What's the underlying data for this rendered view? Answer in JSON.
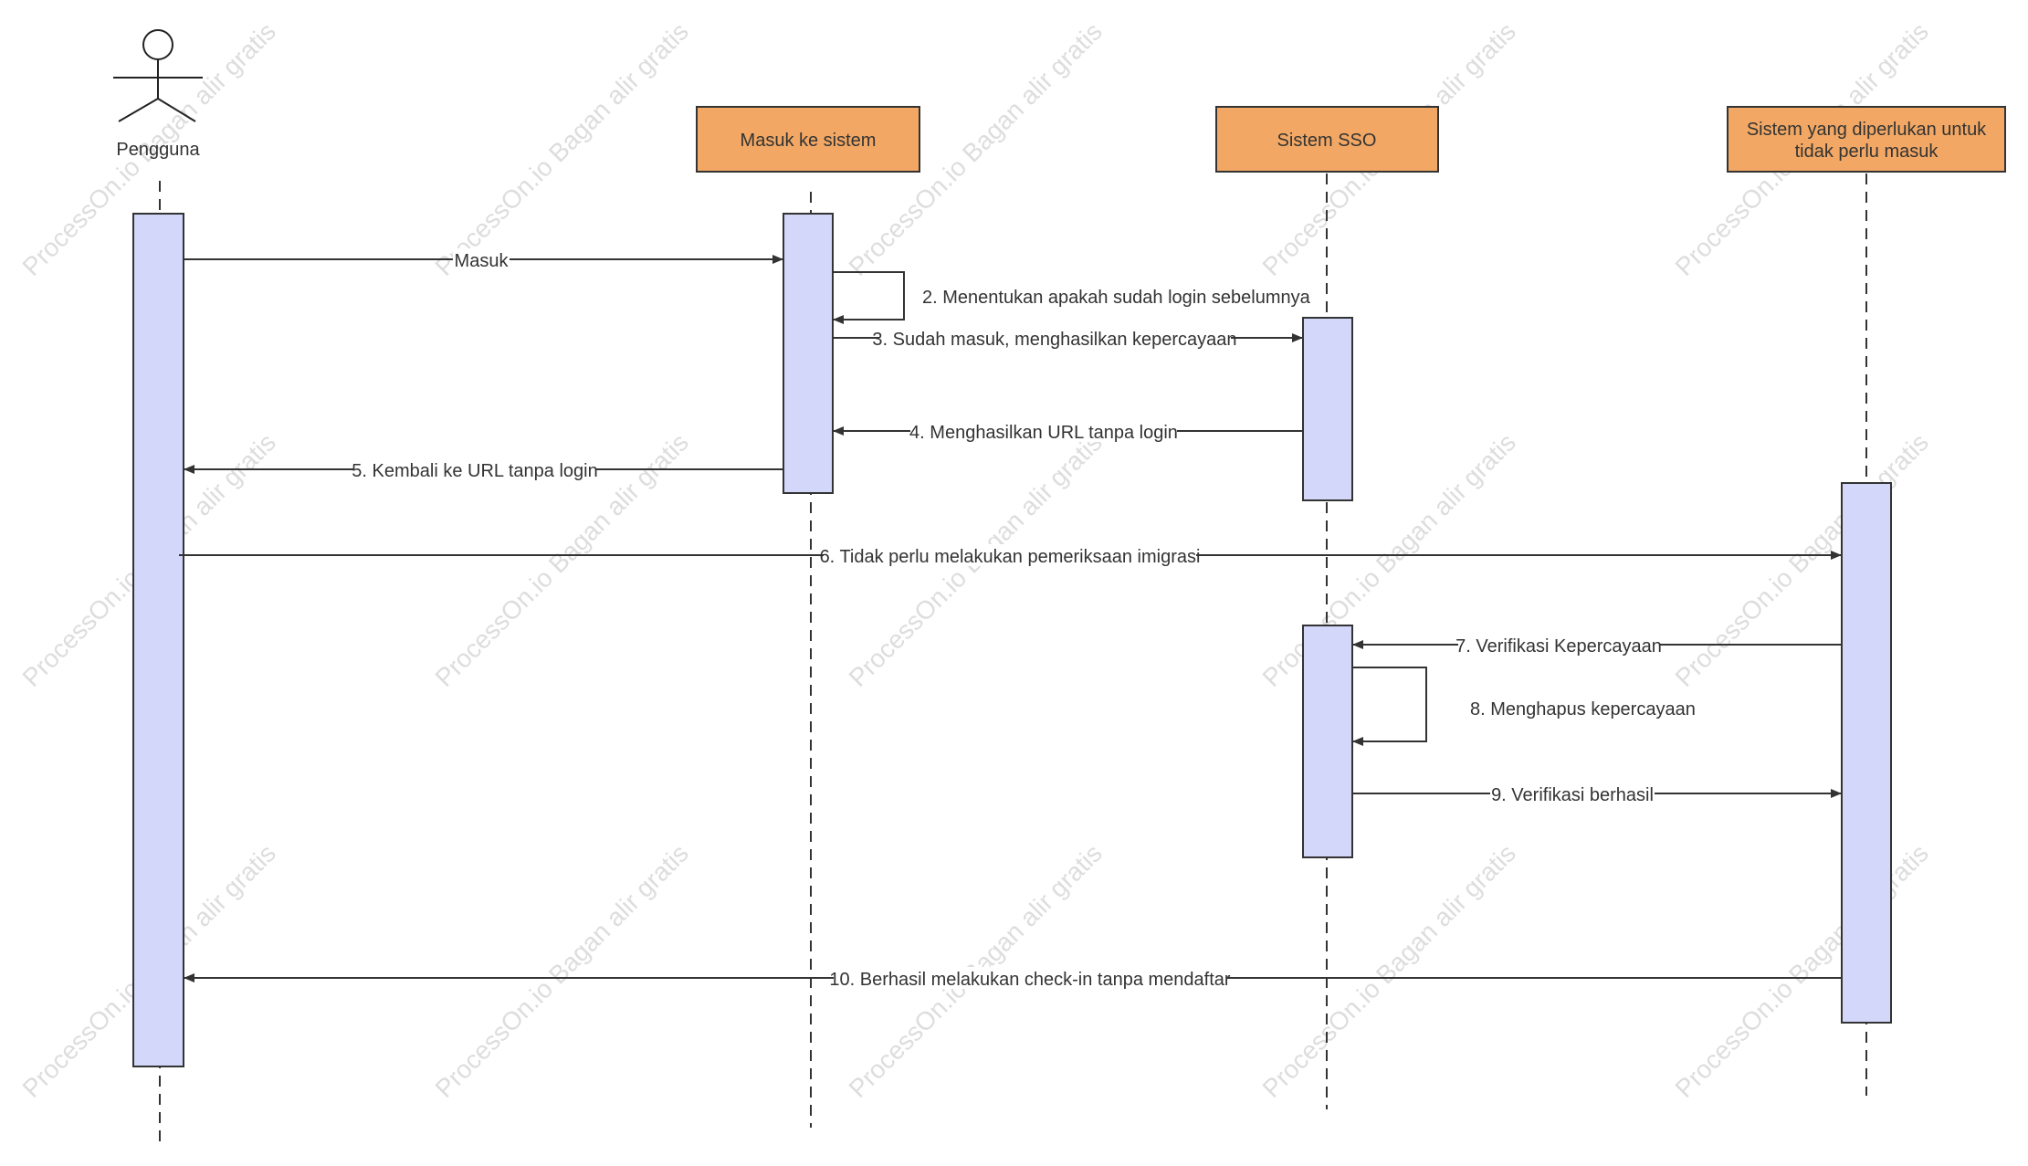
{
  "participants": {
    "user": "Pengguna",
    "login": "Masuk ke sistem",
    "sso": "Sistem SSO",
    "target": [
      "Sistem yang diperlukan untuk",
      "tidak perlu masuk"
    ]
  },
  "messages": {
    "m1": "Masuk",
    "m2": "2. Menentukan apakah sudah login sebelumnya",
    "m3": "3. Sudah masuk, menghasilkan kepercayaan",
    "m4": "4. Menghasilkan URL tanpa login",
    "m5": "5. Kembali ke URL tanpa login",
    "m6": "6. Tidak perlu melakukan pemeriksaan imigrasi",
    "m7": "7. Verifikasi Kepercayaan",
    "m8": "8. Menghapus kepercayaan",
    "m9": "9. Verifikasi berhasil",
    "m10": "10. Berhasil melakukan check-in tanpa mendaftar"
  },
  "watermark": "ProcessOn.io Bagan alir gratis",
  "colors": {
    "participant_fill": "#f2a864",
    "activation_fill": "#d3d7fa",
    "stroke": "#333333"
  }
}
